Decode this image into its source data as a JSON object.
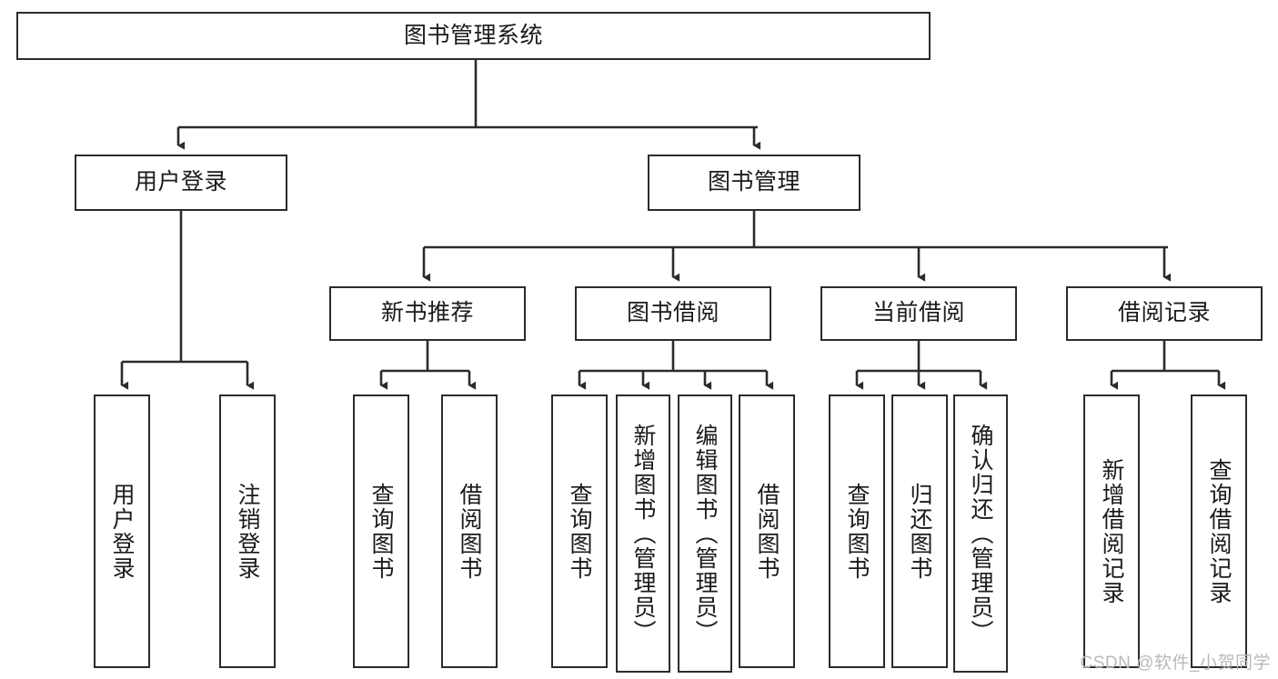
{
  "diagram": {
    "title": "图书管理系统",
    "type": "tree-hierarchy-diagram",
    "colors": {
      "box_border": "#2b2b2b",
      "box_fill": "#ffffff",
      "edge": "#2b2b2b",
      "text": "#1a1a1a",
      "watermark": "#b9b9b9"
    },
    "root": {
      "label": "图书管理系统"
    },
    "level2": [
      {
        "label": "用户登录"
      },
      {
        "label": "图书管理"
      }
    ],
    "level3": [
      {
        "label": "新书推荐"
      },
      {
        "label": "图书借阅"
      },
      {
        "label": "当前借阅"
      },
      {
        "label": "借阅记录"
      }
    ],
    "leaves": {
      "user_login": [
        {
          "label": "用户登录"
        },
        {
          "label": "注销登录"
        }
      ],
      "new_book_recommend": [
        {
          "label": "查询图书"
        },
        {
          "label": "借阅图书"
        }
      ],
      "book_borrow": [
        {
          "label": "查询图书"
        },
        {
          "label": "新增图书（管理员）"
        },
        {
          "label": "编辑图书（管理员）"
        },
        {
          "label": "借阅图书"
        }
      ],
      "current_borrow": [
        {
          "label": "查询图书"
        },
        {
          "label": "归还图书"
        },
        {
          "label": "确认归还（管理员）"
        }
      ],
      "borrow_record": [
        {
          "label": "新增借阅记录"
        },
        {
          "label": "查询借阅记录"
        }
      ]
    },
    "watermark": "CSDN @软件_小贺同学"
  }
}
